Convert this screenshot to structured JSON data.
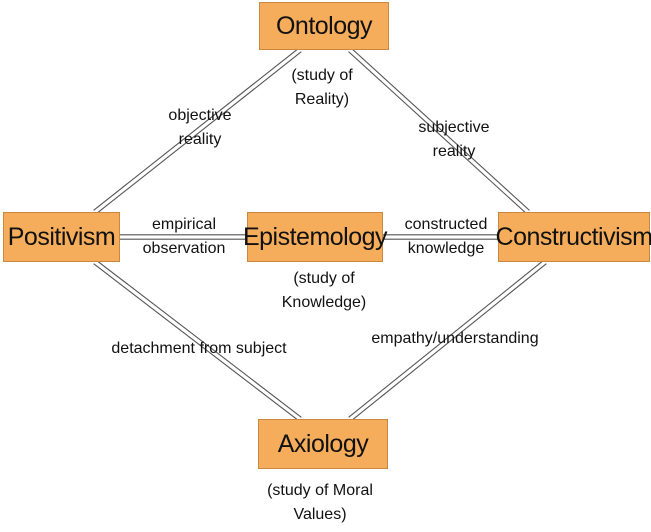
{
  "colors": {
    "node_fill": "#f5ad5b",
    "line": "#555555"
  },
  "nodes": {
    "ontology": {
      "title": "Ontology",
      "subtitle": [
        "(study of",
        "Reality)"
      ]
    },
    "positivism": {
      "title": "Positivism"
    },
    "epistemology": {
      "title": "Epistemology",
      "subtitle": [
        "(study of",
        "Knowledge)"
      ]
    },
    "constructivism": {
      "title": "Constructivism"
    },
    "axiology": {
      "title": "Axiology",
      "subtitle": [
        "(study of Moral",
        "Values)"
      ]
    }
  },
  "edges": {
    "ontology_positivism": [
      "objective",
      "reality"
    ],
    "ontology_constructivism": [
      "subjective",
      "reality"
    ],
    "positivism_epistemology": [
      "empirical",
      "observation"
    ],
    "epistemology_constructivism": [
      "constructed",
      "knowledge"
    ],
    "positivism_axiology": [
      "detachment from subject"
    ],
    "constructivism_axiology": [
      "empathy/understanding"
    ]
  }
}
